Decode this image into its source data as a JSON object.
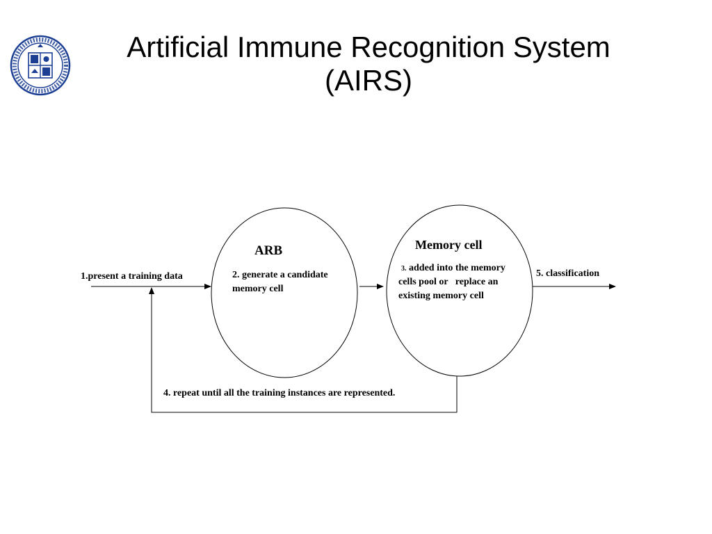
{
  "title": {
    "line1": "Artificial Immune Recognition System",
    "line2": "(AIRS)"
  },
  "logo": {
    "icon": "university-seal-icon",
    "color": "#1c3f94"
  },
  "diagram": {
    "arb": {
      "title": "ARB",
      "text_line1": "2. generate a candidate",
      "text_line2": "memory cell"
    },
    "memory": {
      "title": "Memory cell",
      "step_num": "3.",
      "text_line1": " added into the memory",
      "text_line2": "cells pool or   replace an",
      "text_line3": "existing memory cell"
    },
    "step1": "1.present a training data",
    "step4": "4. repeat until all the training instances are represented.",
    "step5": "5. classification"
  }
}
